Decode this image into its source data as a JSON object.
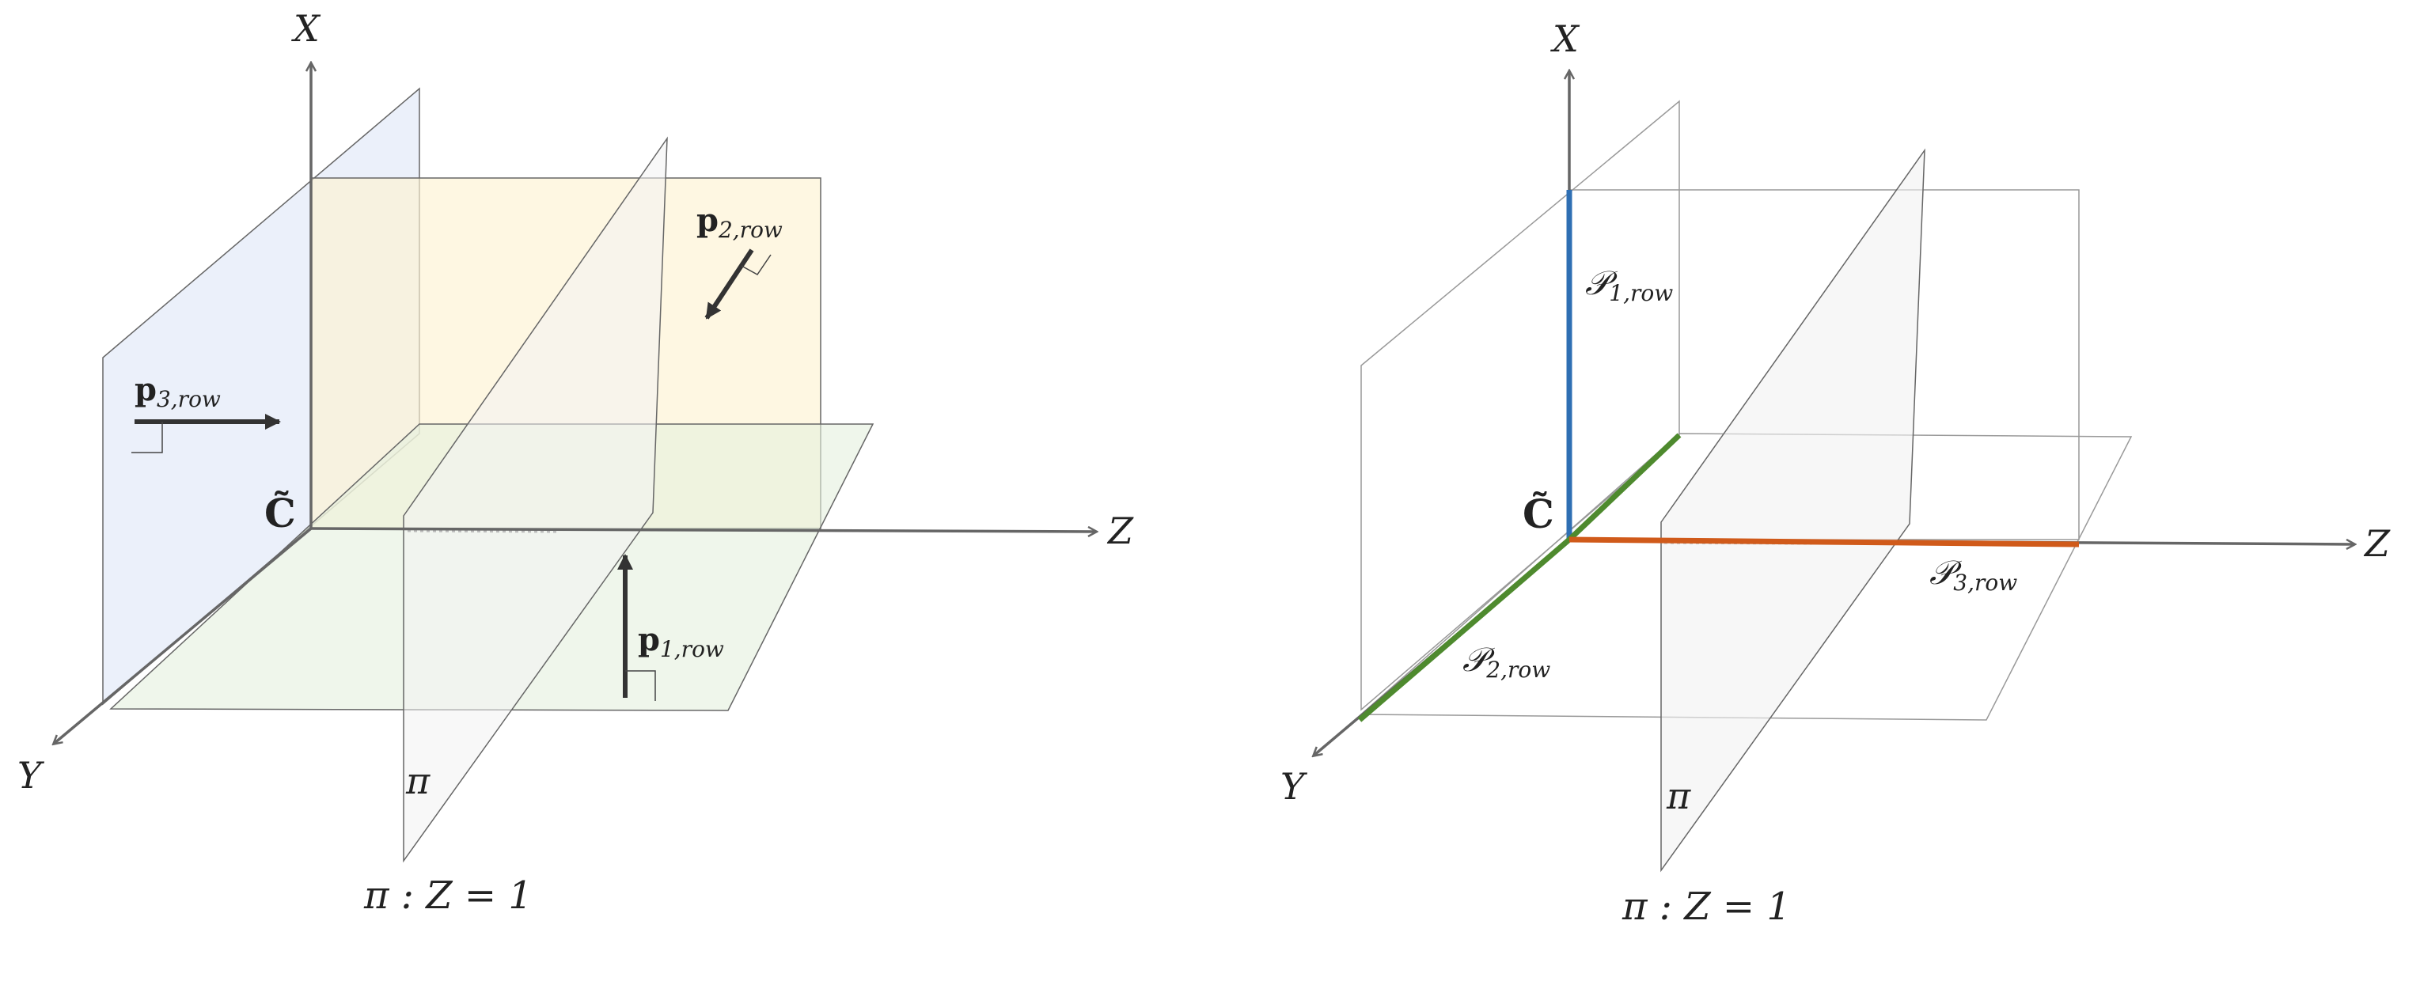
{
  "left": {
    "axis_x": "X",
    "axis_y": "Y",
    "axis_z": "Z",
    "origin": "C̃",
    "pi": "π",
    "caption": "π : Z = 1",
    "p1": {
      "base": "p",
      "sub": "1,row"
    },
    "p2": {
      "base": "p",
      "sub": "2,row"
    },
    "p3": {
      "base": "p",
      "sub": "3,row"
    }
  },
  "right": {
    "axis_x": "X",
    "axis_y": "Y",
    "axis_z": "Z",
    "origin": "C̃",
    "pi": "π",
    "caption": "π : Z = 1",
    "P1": {
      "base": "𝒫",
      "sub": "1,row"
    },
    "P2": {
      "base": "𝒫",
      "sub": "2,row"
    },
    "P3": {
      "base": "𝒫",
      "sub": "3,row"
    }
  },
  "colors": {
    "P1": "#2f6fb3",
    "P2": "#4e8a2e",
    "P3": "#d05a1a",
    "blue_plane": "#dde6f6",
    "yellow_plane": "#fdf3d2",
    "green_plane": "#e4f0dd"
  }
}
